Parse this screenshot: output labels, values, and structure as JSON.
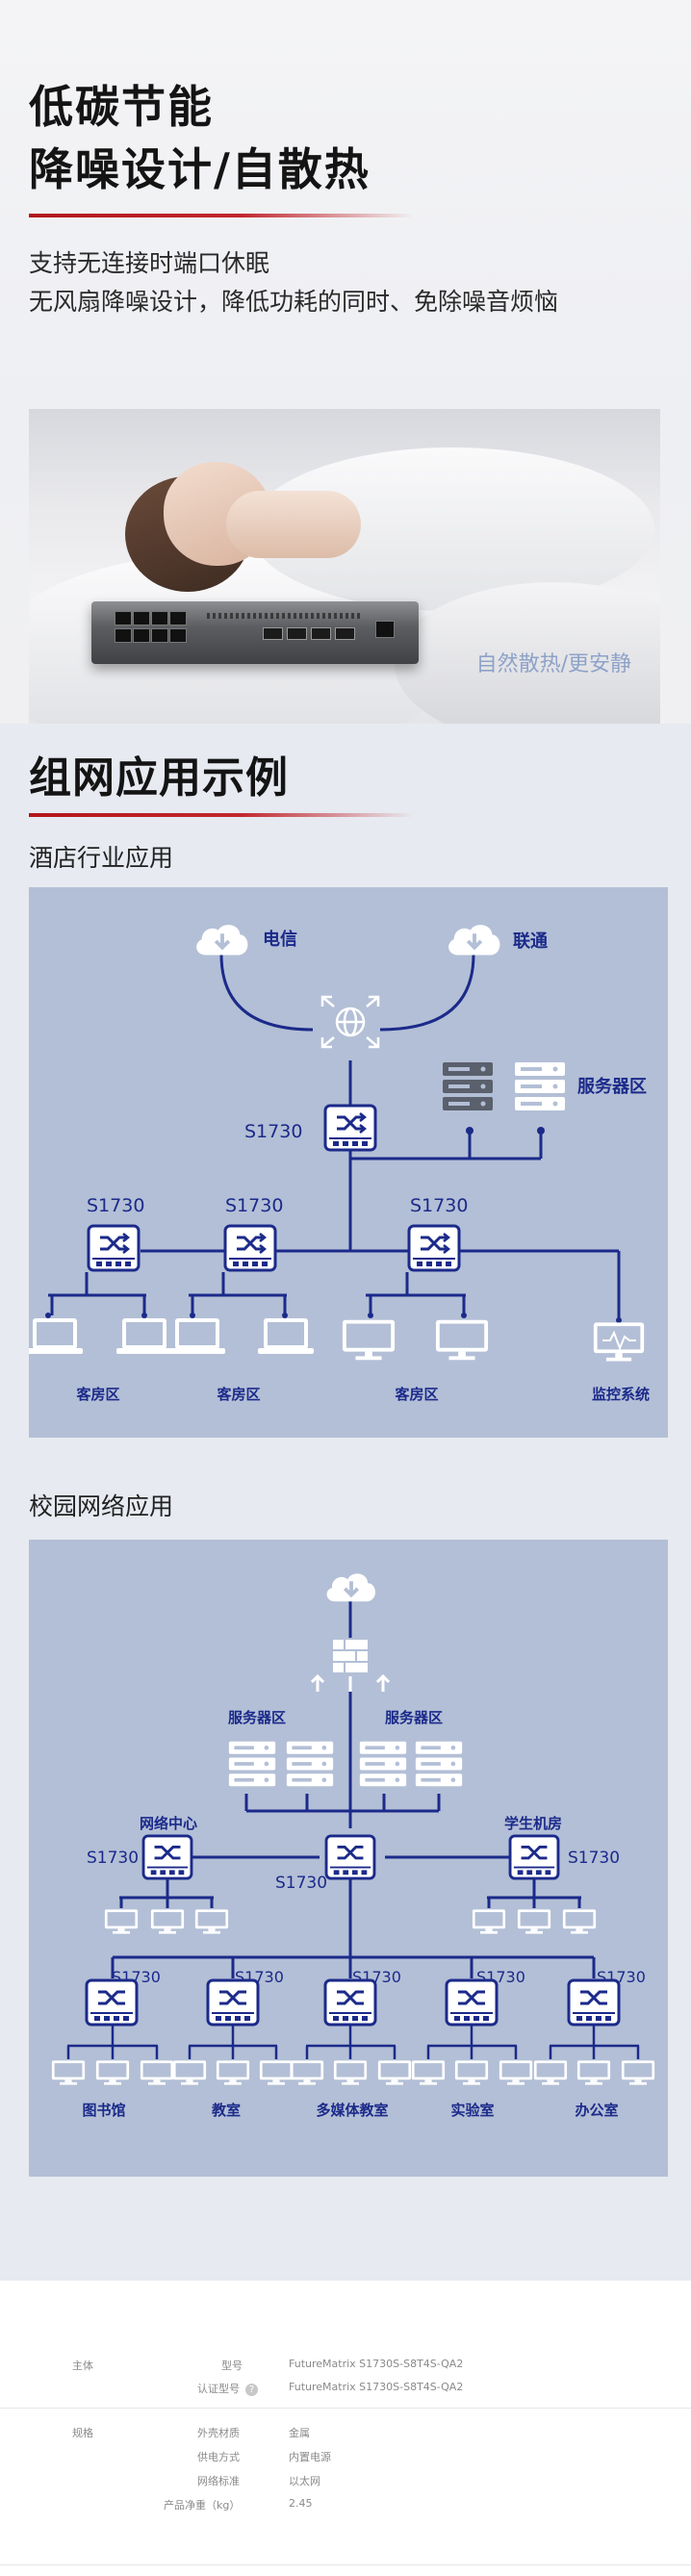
{
  "hero": {
    "title_line1": "低碳节能",
    "title_line2": "降噪设计/自散热",
    "sub_line1": "支持无连接时端口休眠",
    "sub_line2": "无风扇降噪设计，降低功耗的同时、免除噪音烦恼",
    "photo_caption": "自然散热/更安静"
  },
  "networking": {
    "title": "组网应用示例",
    "hotel": {
      "heading": "酒店行业应用",
      "isp1": "电信",
      "isp2": "联通",
      "core_switch": "S1730",
      "server_zone": "服务器区",
      "switch_a": "S1730",
      "switch_b": "S1730",
      "switch_c": "S1730",
      "zone_a": "客房区",
      "zone_b": "客房区",
      "zone_c": "客房区",
      "monitor": "监控系统"
    },
    "campus": {
      "heading": "校园网络应用",
      "server_zone_left": "服务器区",
      "server_zone_right": "服务器区",
      "net_center": "网络中心",
      "student_lab": "学生机房",
      "core_switch": "S1730",
      "left_switch": "S1730",
      "right_switch": "S1730",
      "access_switches": [
        "S1730",
        "S1730",
        "S1730",
        "S1730",
        "S1730"
      ],
      "zones": [
        "图书馆",
        "教室",
        "多媒体教室",
        "实验室",
        "办公室"
      ]
    }
  },
  "specs": {
    "group1": "主体",
    "group2": "规格",
    "rows": [
      {
        "label": "型号",
        "value": "FutureMatrix S1730S-S8T4S-QA2"
      },
      {
        "label": "认证型号",
        "value": "FutureMatrix S1730S-S8T4S-QA2"
      },
      {
        "label": "外壳材质",
        "value": "金属"
      },
      {
        "label": "供电方式",
        "value": "内置电源"
      },
      {
        "label": "网络标准",
        "value": "以太网"
      },
      {
        "label": "产品净重（kg）",
        "value": "2.45"
      }
    ],
    "help_glyph": "?"
  },
  "colors": {
    "accent_red": "#c1272d",
    "diagram_blue": "#1b2a8a",
    "panel_bg": "#b3bfd6"
  }
}
